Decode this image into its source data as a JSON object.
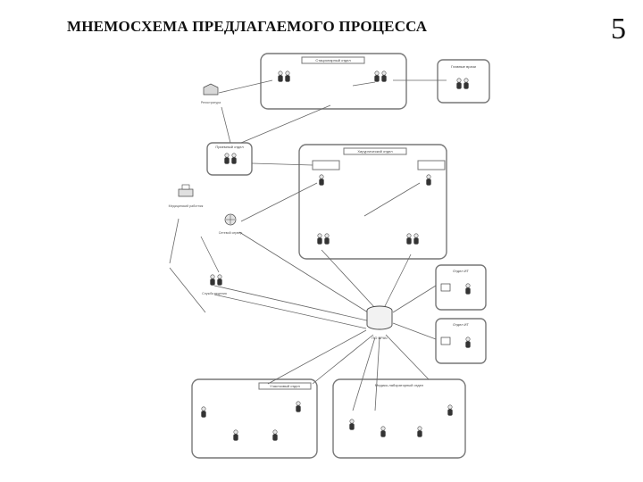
{
  "slide": {
    "title": "МНЕМОСХЕМА ПРЕДЛАГАЕМОГО ПРОЦЕССА",
    "page_number": "5"
  },
  "diagram": {
    "central_db_label": "ПО ВРАЧ",
    "groups": {
      "top": "Стационарный отдел",
      "top_right": "Главные врачи",
      "upper_small": "Приемный отдел",
      "middle": "Хирургический отдел",
      "right1": "Отдел ИТ",
      "right2": "Отдел ИТ",
      "bottom_left": "Участковый отдел",
      "bottom_right": "Медико-лабораторный отдел"
    },
    "nodes": {
      "warehouse": "Регистратура",
      "printer": "Медицинский работник",
      "network": "Сетевой сервер",
      "service": "Служба ведения"
    }
  }
}
